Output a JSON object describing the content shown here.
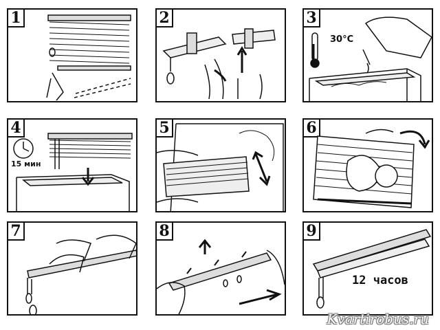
{
  "steps": [
    {
      "number": "1"
    },
    {
      "number": "2"
    },
    {
      "number": "3",
      "label": "30°C"
    },
    {
      "number": "4",
      "label": "15 мин"
    },
    {
      "number": "5"
    },
    {
      "number": "6"
    },
    {
      "number": "7"
    },
    {
      "number": "8"
    },
    {
      "number": "9",
      "label": "12 часов"
    }
  ],
  "watermark": "Kvartirobus.ru"
}
